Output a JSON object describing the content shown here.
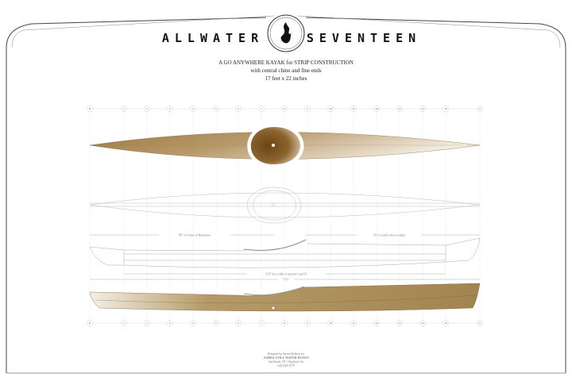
{
  "header": {
    "title_left": "ALLWATER",
    "title_right": "SEVENTEEN",
    "subtitle": "A GO ANYWHERE KAYAK for STRIP CONSTRUCTION",
    "subtitle2": "with central chine and fine ends",
    "dimensions": "17 feet x 22 inches"
  },
  "logo": {
    "icon": "flame-icon"
  },
  "dimensions": {
    "center_of_resistance": "8'0\" to Center of Resistance",
    "coaming": "4'3\" to inside rim of cockpit",
    "station_span": "12'0\" face width of stations 1 and 15",
    "overall_length": "17'0\""
  },
  "stations_top": [
    "B",
    "1",
    "2",
    "3",
    "4",
    "5",
    "6",
    "7",
    "8",
    "9",
    "10",
    "11",
    "12",
    "13",
    "14",
    "15",
    "S"
  ],
  "stations_bottom": [
    "B",
    "1",
    "2",
    "3",
    "4",
    "5",
    "6",
    "7",
    "8",
    "9",
    "10",
    "11",
    "12",
    "13",
    "14",
    "15",
    "S"
  ],
  "footer": {
    "designer": "Designed by Steven Redbow for",
    "company": "ASHES STILL WATER BOATS",
    "location": "Sea Roads, NY / Stratford, On",
    "copyright": "copyright 2019"
  },
  "colors": {
    "wood": "#a88a55",
    "cockpit": "#6e4a18",
    "line": "#bbbbbb"
  }
}
